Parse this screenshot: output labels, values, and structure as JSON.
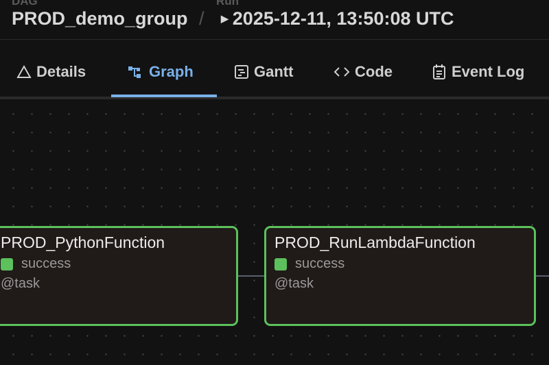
{
  "header": {
    "dag_label": "DAG",
    "dag_name": "PROD_demo_group",
    "separator": "/",
    "run_label": "Run",
    "run_id": "2025-12-11, 13:50:08 UTC",
    "run_icon": "play-triangle-icon"
  },
  "tabs": [
    {
      "label": "Details",
      "icon": "warning-triangle-icon"
    },
    {
      "label": "Graph",
      "icon": "graph-icon",
      "active": true
    },
    {
      "label": "Gantt",
      "icon": "gantt-icon"
    },
    {
      "label": "Code",
      "icon": "code-icon"
    },
    {
      "label": "Event Log",
      "icon": "calendar-icon"
    }
  ],
  "graph": {
    "nodes": [
      {
        "name": "PROD_PythonFunction",
        "status": "success",
        "operator": "@task"
      },
      {
        "name": "PROD_RunLambdaFunction",
        "status": "success",
        "operator": "@task"
      }
    ]
  },
  "colors": {
    "accent": "#7ab0e8",
    "success": "#5cc15c"
  }
}
